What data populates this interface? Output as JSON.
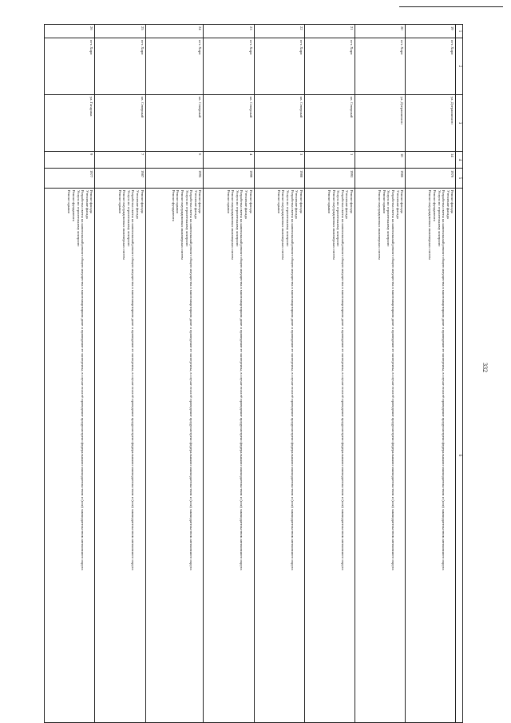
{
  "page_number": "332",
  "header_cols": [
    "1",
    "2",
    "3",
    "4",
    "5",
    "6"
  ],
  "rows": [
    {
      "n": "19",
      "locality": "пгт. Харп",
      "street": "ул. Дзержинского",
      "house": "14",
      "year": "1976",
      "works": [
        "Ремонт фасада",
        "Утепление фасада",
        "Разработка сметы на капитальный ремонт общего имущества в многоквартирном доме и проведение ее экспертизы, в случае если её проведение предусмотрено федеральными законодательством и (или) законодательством автономного округа",
        "Услуги по строительному контролю",
        "Ремонт фундамента",
        "Ремонт внутридомовых инженерных систем"
      ]
    },
    {
      "n": "20",
      "locality": "пгт. Харп",
      "street": "ул. Дзержинского",
      "house": "18",
      "year": "1986",
      "works": [
        "Ремонт фасада",
        "Утепление фасада",
        "Разработка сметы на капитальный ремонт общего имущества в многоквартирном доме и проведение ее экспертизы, в случае если её проведение предусмотрено федеральными законодательством и (или) законодательством автономного округа",
        "Услуги по строительному контролю",
        "Ремонт крыши",
        "Ремонт внутридомовых инженерных систем"
      ]
    },
    {
      "n": "21",
      "locality": "пгт. Харп",
      "street": "кв. Северный",
      "house": "1",
      "year": "1993",
      "works": [
        "Ремонт фасада",
        "Утепление фасада",
        "Разработка сметы на капитальный ремонт общего имущества в многоквартирном доме и проведение ее экспертизы, в случае если её проведение предусмотрено федеральными законодательством и (или) законодательством автономного округа",
        "Услуги по строительному контролю",
        "Ремонт внутридомовых инженерных систем",
        "Ремонт крыши"
      ]
    },
    {
      "n": "22",
      "locality": "пгт. Харп",
      "street": "кв. Северный",
      "house": "3",
      "year": "1988",
      "works": [
        "Ремонт фасада",
        "Утепление фасада",
        "Разработка сметы на капитальный ремонт общего имущества в многоквартирном доме и проведение ее экспертизы, в случае если её проведение предусмотрено федеральными законодательством и (или) законодательством автономного округа",
        "Услуги по строительному контролю",
        "Ремонт внутридомовых инженерных систем",
        "Ремонт крыши"
      ]
    },
    {
      "n": "23",
      "locality": "пгт. Харп",
      "street": "кв. Северный",
      "house": "4",
      "year": "1999",
      "works": [
        "Ремонт фасада",
        "Утепление фасада",
        "Разработка сметы на капитальный ремонт общего имущества в многоквартирном доме и проведение ее экспертизы, в случае если её проведение предусмотрено федеральными законодательством и (или) законодательством автономного округа",
        "Услуги по строительному контролю",
        "Ремонт внутридомовых инженерных систем",
        "Ремонт крыши"
      ]
    },
    {
      "n": "24",
      "locality": "пгт. Харп",
      "street": "кв. Северный",
      "house": "6",
      "year": "1995",
      "works": [
        "Ремонт фасада",
        "Утепление фасада",
        "Разработка сметы на капитальный ремонт общего имущества в многоквартирном доме и проведение ее экспертизы, в случае если её проведение предусмотрено федеральными законодательством и (или) законодательством автономного округа",
        "Услуги по строительному контролю",
        "Ремонт внутридомовых инженерных систем",
        "Ремонт крыши",
        "Ремонт фундамента"
      ]
    },
    {
      "n": "25",
      "locality": "пгт. Харп",
      "street": "кв. Северный",
      "house": "7",
      "year": "1987",
      "works": [
        "Ремонт фасада",
        "Утепление фасада",
        "Разработка сметы на капитальный ремонт общего имущества в многоквартирном доме и проведение ее экспертизы, в случае если её проведение предусмотрено федеральными законодательством и (или) законодательством автономного округа",
        "Услуги по строительному контролю",
        "Ремонт внутридомовых инженерных систем",
        "Ремонт крыши"
      ]
    },
    {
      "n": "26",
      "locality": "пгт. Харп",
      "street": "ул. Гагарина",
      "house": "9",
      "year": "1977",
      "works": [
        "Ремонт фасада",
        "Утепление фасада",
        "Разработка сметы на капитальный ремонт общего имущества в многоквартирном доме и проведение ее экспертизы, в случае если её проведение предусмотрено федеральными законодательством и (или) законодательством автономного округа",
        "Услуги по строительному контролю",
        "Ремонт фундамента",
        "Ремонт крыши"
      ]
    }
  ]
}
